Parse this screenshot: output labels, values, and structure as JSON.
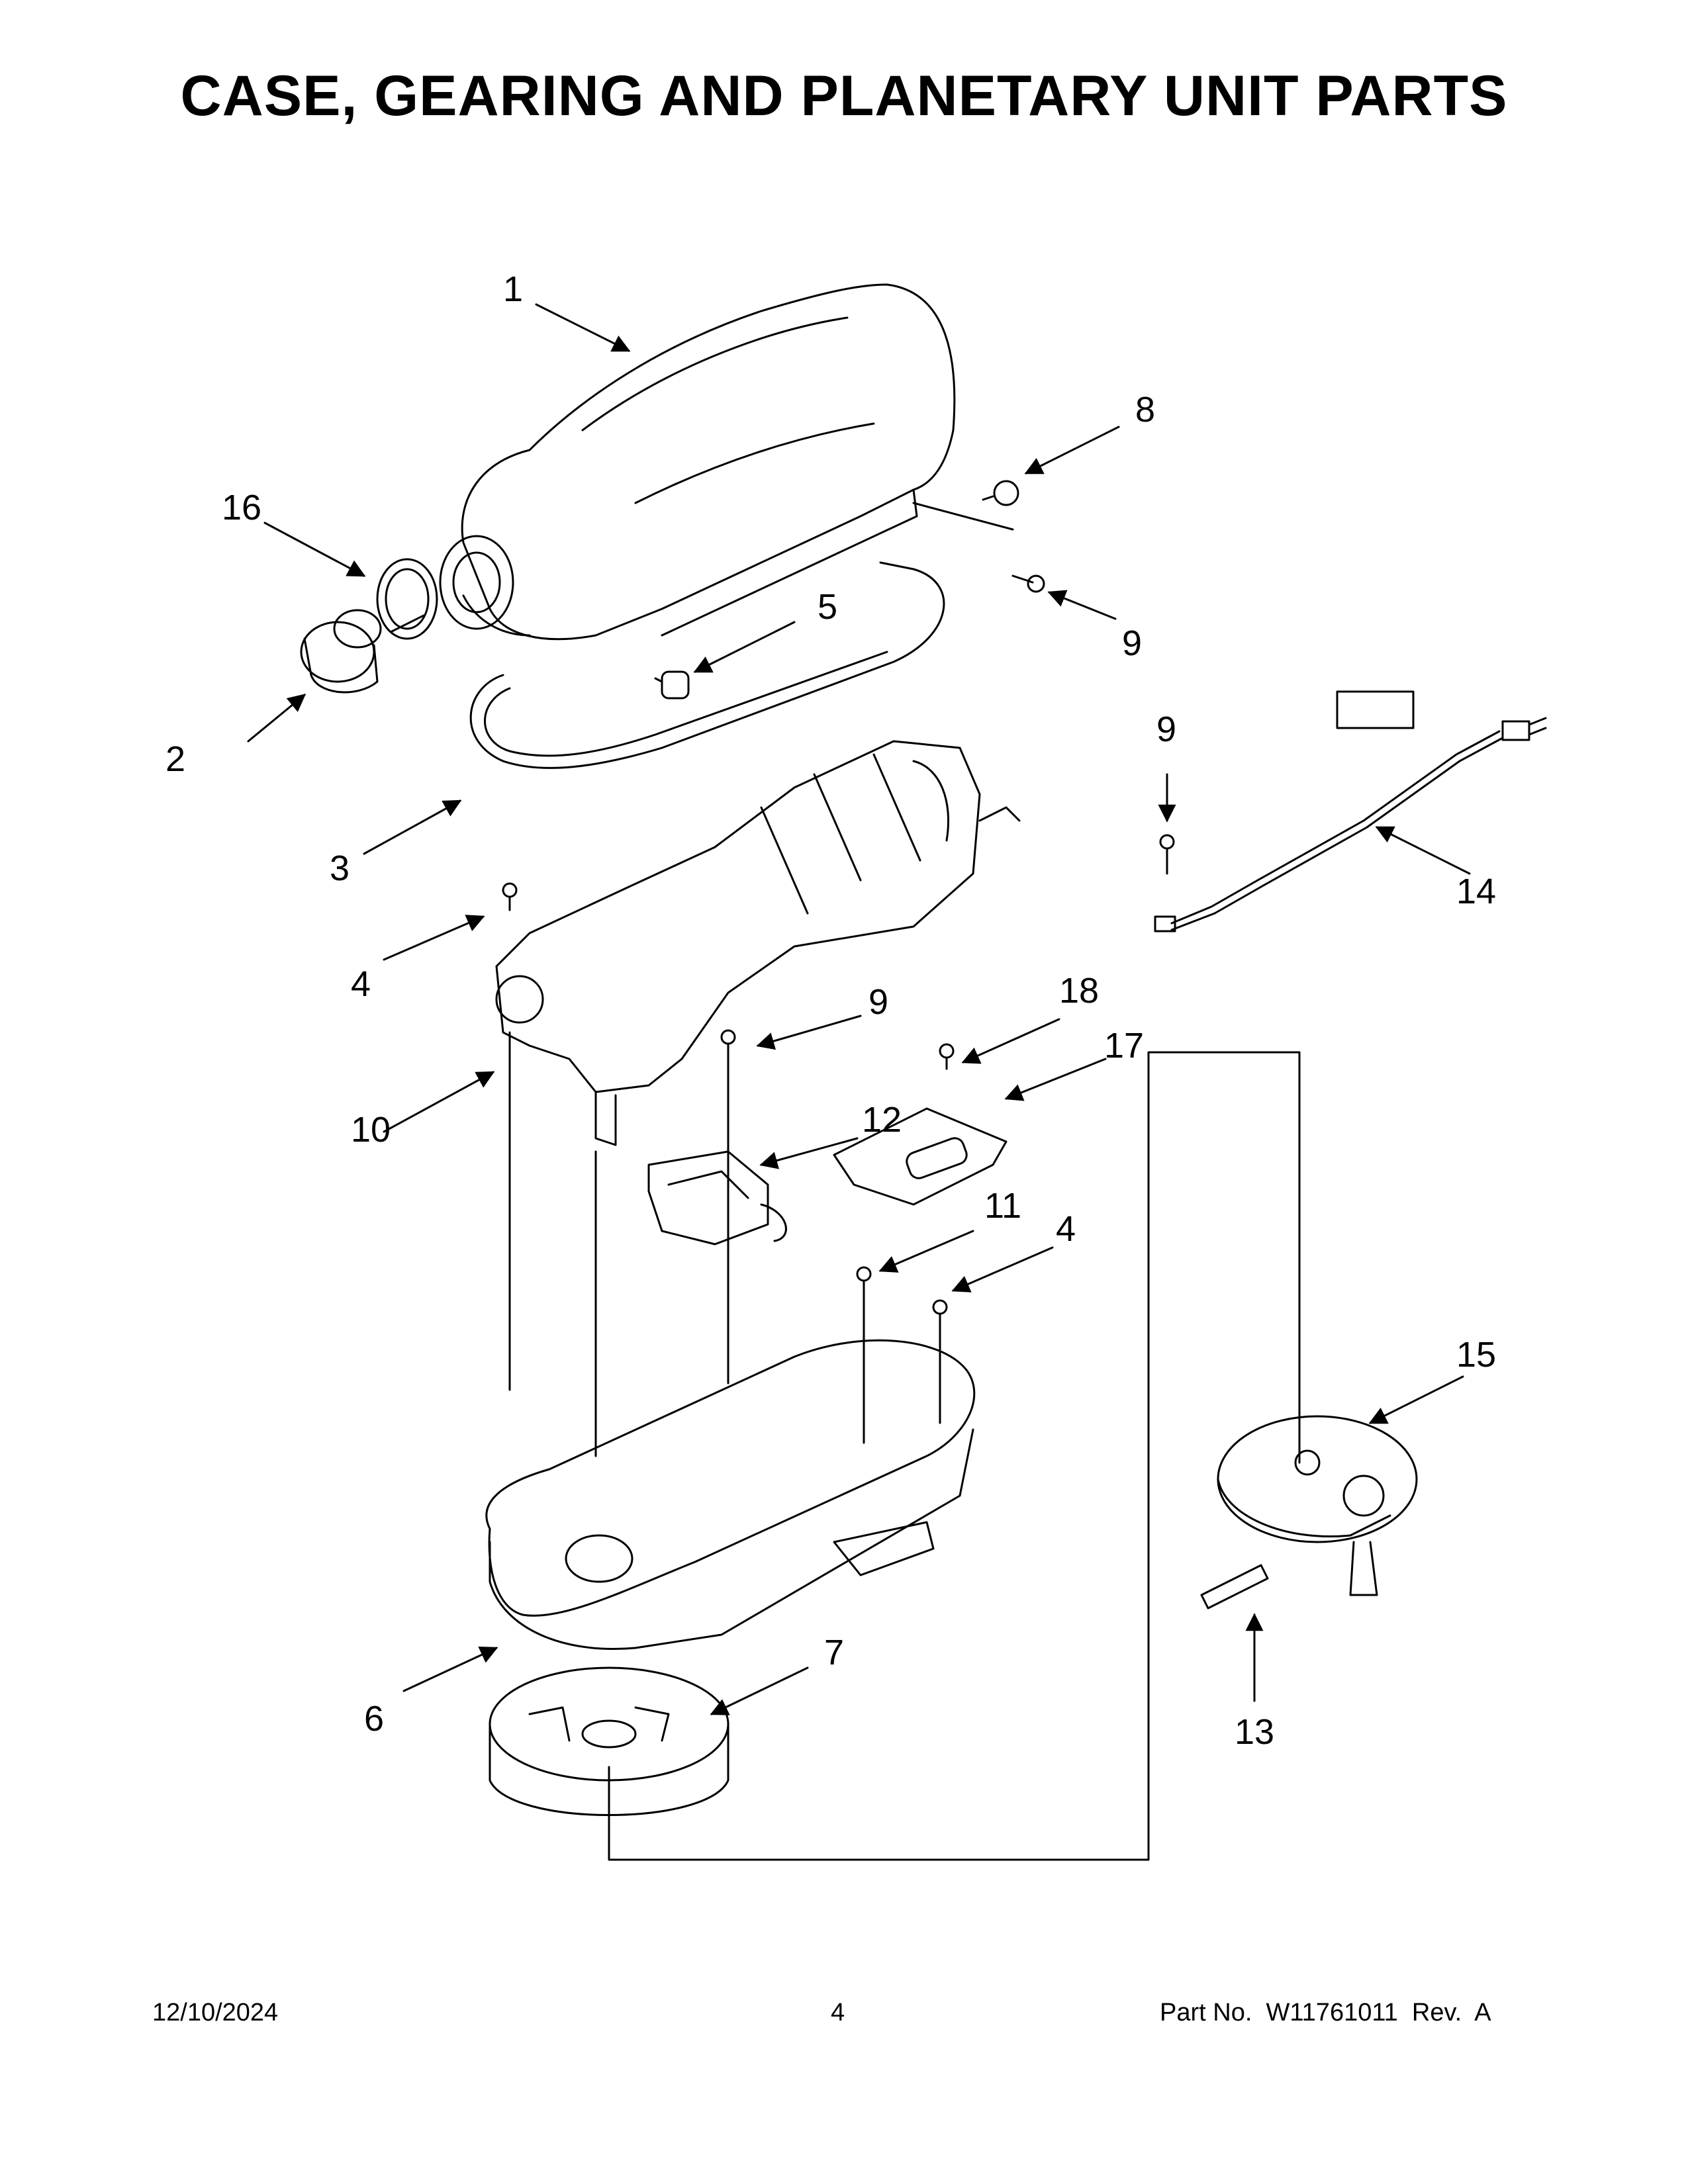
{
  "title": "CASE, GEARING AND PLANETARY UNIT PARTS",
  "callouts": [
    "1",
    "2",
    "3",
    "4",
    "5",
    "6",
    "7",
    "8",
    "9",
    "9",
    "9",
    "10",
    "11",
    "12",
    "13",
    "14",
    "15",
    "16",
    "17",
    "18",
    "4"
  ],
  "footer": {
    "date": "12/10/2024",
    "page": "4",
    "part_no": "Part No.  W11761011  Rev.  A"
  },
  "colors": {
    "line": "#000000",
    "background": "#ffffff"
  }
}
